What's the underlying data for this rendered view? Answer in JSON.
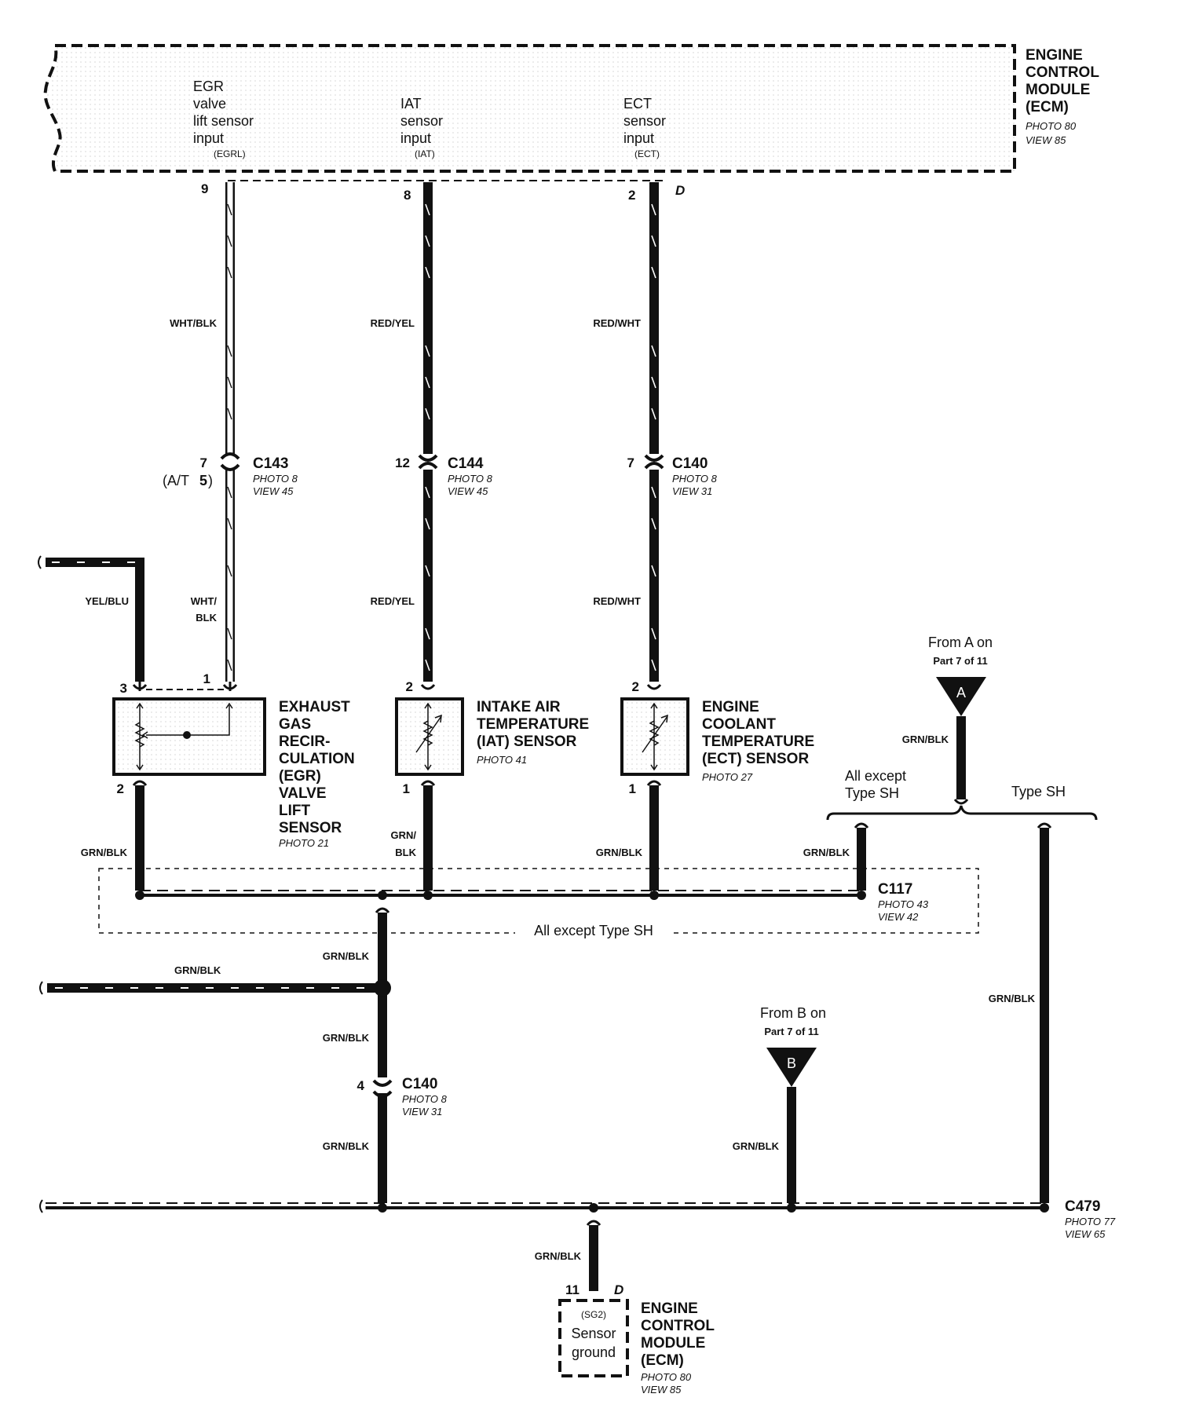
{
  "ecm_top": {
    "title": [
      "ENGINE",
      "CONTROL",
      "MODULE",
      "(ECM)"
    ],
    "photo": "PHOTO 80",
    "view": "VIEW 85",
    "inputs": [
      {
        "lines": [
          "EGR",
          "valve",
          "lift sensor",
          "input"
        ],
        "abbr": "(EGRL)",
        "pin": "9"
      },
      {
        "lines": [
          "IAT",
          "sensor",
          "input"
        ],
        "abbr": "(IAT)",
        "pin": "8"
      },
      {
        "lines": [
          "ECT",
          "sensor",
          "input"
        ],
        "abbr": "(ECT)",
        "pin": "2",
        "connector": "D"
      }
    ]
  },
  "wires": {
    "egr_upper": "WHT/BLK",
    "iat_upper": "RED/YEL",
    "ect_upper": "RED/WHT",
    "yel_blu": "YEL/BLU",
    "egr_lower": [
      "WHT/",
      "BLK"
    ],
    "iat_lower": "RED/YEL",
    "ect_lower": "RED/WHT",
    "gnd_egr": "GRN/BLK",
    "gnd_iat": [
      "GRN/",
      "BLK"
    ],
    "gnd_ect": "GRN/BLK",
    "gnd_c117": "GRN/BLK",
    "from_a": "GRN/BLK",
    "type_sh": "GRN/BLK",
    "trunk_upper": "GRN/BLK",
    "left_branch": "GRN/BLK",
    "trunk_mid": "GRN/BLK",
    "trunk_lower": "GRN/BLK",
    "from_b": "GRN/BLK",
    "to_ecm": "GRN/BLK"
  },
  "connectors": {
    "c143": {
      "name": "C143",
      "pin": "7",
      "note_prefix": "(A/T ",
      "note_pin": "5",
      "note_suffix": ")",
      "photo": "PHOTO 8",
      "view": "VIEW 45"
    },
    "c144": {
      "name": "C144",
      "pin": "12",
      "photo": "PHOTO 8",
      "view": "VIEW 45"
    },
    "c140a": {
      "name": "C140",
      "pin": "7",
      "photo": "PHOTO 8",
      "view": "VIEW 31"
    },
    "c117": {
      "name": "C117",
      "photo": "PHOTO 43",
      "view": "VIEW 42"
    },
    "c140b": {
      "name": "C140",
      "pin": "4",
      "photo": "PHOTO 8",
      "view": "VIEW 31"
    },
    "c479": {
      "name": "C479",
      "photo": "PHOTO 77",
      "view": "VIEW 65"
    }
  },
  "components": {
    "egr": {
      "lines": [
        "EXHAUST",
        "GAS",
        "RECIR-",
        "CULATION",
        "(EGR)",
        "VALVE",
        "LIFT",
        "SENSOR"
      ],
      "photo": "PHOTO 21",
      "pins": {
        "left": "3",
        "right": "1",
        "bottom": "2"
      }
    },
    "iat": {
      "lines": [
        "INTAKE AIR",
        "TEMPERATURE",
        "(IAT) SENSOR"
      ],
      "photo": "PHOTO 41",
      "pins": {
        "top": "2",
        "bottom": "1"
      }
    },
    "ect": {
      "lines": [
        "ENGINE",
        "COOLANT",
        "TEMPERATURE",
        "(ECT) SENSOR"
      ],
      "photo": "PHOTO 27",
      "pins": {
        "top": "2",
        "bottom": "1"
      }
    }
  },
  "refs": {
    "from_a": {
      "line1": "From A on",
      "line2": "Part 7 of 11",
      "letter": "A"
    },
    "from_b": {
      "line1": "From B on",
      "line2": "Part 7 of 11",
      "letter": "B"
    }
  },
  "variants": {
    "all_except": [
      "All except",
      "Type SH"
    ],
    "type_sh": "Type SH",
    "box_label": "All except Type SH"
  },
  "ecm_bottom": {
    "pin": "11",
    "connector": "D",
    "abbr": "(SG2)",
    "lines": [
      "Sensor",
      "ground"
    ],
    "title": [
      "ENGINE",
      "CONTROL",
      "MODULE",
      "(ECM)"
    ],
    "photo": "PHOTO 80",
    "view": "VIEW 85"
  }
}
